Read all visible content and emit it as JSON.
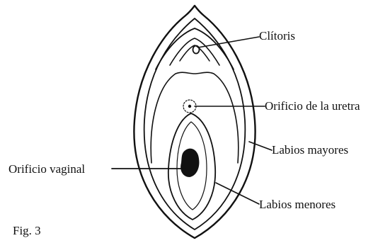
{
  "labels": {
    "clitoris": "Clítoris",
    "uretra": "Orificio de la uretra",
    "labios_mayores": "Labios mayores",
    "orificio_vaginal": "Orificio vaginal",
    "labios_menores": "Labios menores"
  },
  "caption": "Fig. 3",
  "colors": {
    "ink": "#111111",
    "background": "#ffffff"
  }
}
